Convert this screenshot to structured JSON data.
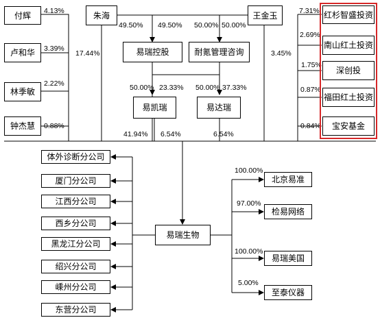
{
  "colors": {
    "line": "#000000",
    "box_border": "#000000",
    "highlight_border": "#d62728"
  },
  "people": {
    "fu_hui": {
      "name": "付辉",
      "pct": "4.13%"
    },
    "lu_hehua": {
      "name": "卢和华",
      "pct": "3.39%"
    },
    "lin_jimin": {
      "name": "林季敏",
      "pct": "2.22%"
    },
    "zhong_jiehui": {
      "name": "钟杰慧",
      "pct": "0.88%"
    },
    "zhu_hai": {
      "name": "朱海"
    },
    "wang_jinyu": {
      "name": "王金玉"
    }
  },
  "holdings": {
    "yirui_konggu": {
      "name": "易瑞控股"
    },
    "naiqing": {
      "name": "耐氪管理咨询"
    },
    "yikairui": {
      "name": "易凯瑞"
    },
    "yidarui": {
      "name": "易达瑞"
    }
  },
  "investors": {
    "hongshan": {
      "name": "红杉智盛投资",
      "pct": "7.31%"
    },
    "nanshan": {
      "name": "南山红土投资",
      "pct": "2.69%"
    },
    "shenchuang": {
      "name": "深创投",
      "pct": "1.75%"
    },
    "futian": {
      "name": "福田红土投资",
      "pct": "0.87%"
    },
    "baoan": {
      "name": "宝安基金",
      "pct": "0.84%"
    }
  },
  "edges": {
    "zhu_to_konggu": "49.50%",
    "zhu_to_naiqing": "49.50%",
    "wang_to_naiqing": "50.00%",
    "wang_to_konggu": "50.00%",
    "konggu_to_yikairui": "50.00%",
    "naiqing_to_yikairui": "23.33%",
    "konggu_to_yidarui": "50.00%",
    "naiqing_to_yidarui": "37.33%",
    "zhu_direct": "17.44%",
    "wang_direct": "3.45%",
    "konggu_direct": "41.94%",
    "yikairui_direct": "6.54%",
    "yidarui_direct": "6.54%"
  },
  "center": {
    "name": "易瑞生物"
  },
  "branches": [
    "体外诊断分公司",
    "厦门分公司",
    "江西分公司",
    "西乡分公司",
    "黑龙江分公司",
    "绍兴分公司",
    "嵊州分公司",
    "东营分公司"
  ],
  "subsidiaries": [
    {
      "name": "北京易准",
      "pct": "100.00%"
    },
    {
      "name": "检易网络",
      "pct": "97.00%"
    },
    {
      "name": "易瑞美国",
      "pct": "100.00%"
    },
    {
      "name": "至泰仪器",
      "pct": "5.00%"
    }
  ]
}
